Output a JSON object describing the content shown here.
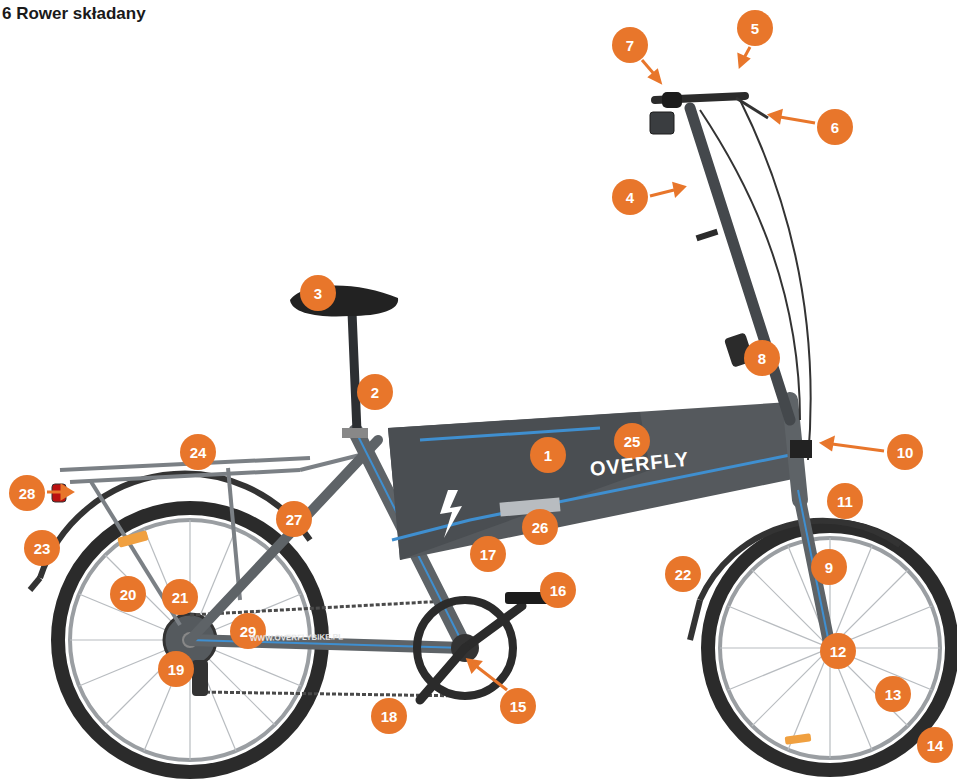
{
  "diagram": {
    "title": "6 Rower składany",
    "nodes": [
      {
        "text": [
          "1"
        ]
      },
      {
        "text": [
          "2"
        ]
      },
      {
        "text": [
          "3"
        ]
      },
      {
        "text": [
          "4"
        ]
      },
      {
        "text": [
          "5"
        ]
      },
      {
        "text": [
          "6"
        ]
      },
      {
        "text": [
          "7"
        ]
      },
      {
        "text": [
          "8"
        ]
      },
      {
        "text": [
          "9"
        ]
      },
      {
        "text": [
          "10"
        ]
      },
      {
        "text": [
          "11"
        ]
      },
      {
        "text": [
          "12"
        ]
      },
      {
        "text": [
          "13"
        ]
      },
      {
        "text": [
          "14"
        ]
      },
      {
        "text": [
          "15"
        ]
      },
      {
        "text": [
          "16"
        ]
      },
      {
        "text": [
          "17"
        ]
      },
      {
        "text": [
          "18"
        ]
      },
      {
        "text": [
          "19"
        ]
      },
      {
        "text": [
          "20"
        ]
      },
      {
        "text": [
          "21"
        ]
      },
      {
        "text": [
          "22"
        ]
      },
      {
        "text": [
          "23"
        ]
      },
      {
        "text": [
          "24"
        ]
      },
      {
        "text": [
          "25"
        ]
      },
      {
        "text": [
          "26"
        ]
      },
      {
        "text": [
          "27"
        ]
      },
      {
        "text": [
          "28"
        ]
      },
      {
        "text": [
          "29"
        ]
      }
    ],
    "labels": [
      "OVERFLY",
      "WWW.OVERFLYBIKE.PL"
    ]
  }
}
